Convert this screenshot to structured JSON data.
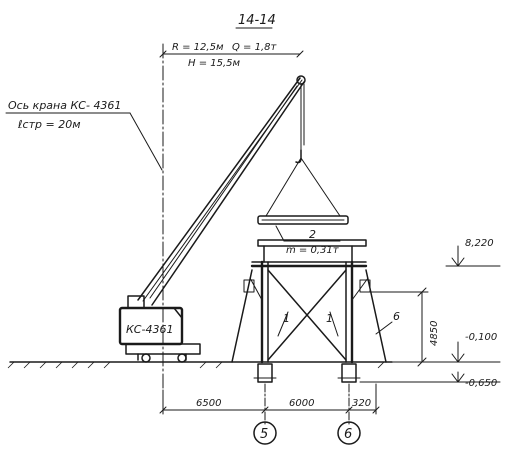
{
  "section_title": "14-14",
  "crane": {
    "radius_label": "R = 12,5м",
    "load_label": "Q = 1,8т",
    "height_label": "H = 15,5м",
    "axis_label": "Ось крана  КС- 4361",
    "boom_label": "ℓстр = 20м",
    "body_label": "КС-4361"
  },
  "load": {
    "number": "2",
    "mass": "m = 0,31т"
  },
  "elevations": {
    "top": "8,220",
    "ground": "-0,100",
    "bottom": "-0,650"
  },
  "frame_height": "4850",
  "callouts": {
    "brace_left": "1",
    "brace_right": "1",
    "strut": "6"
  },
  "dimensions": {
    "d1": "6500",
    "d2": "6000",
    "d3": "320"
  },
  "axes": {
    "a5": "5",
    "a6": "6"
  }
}
